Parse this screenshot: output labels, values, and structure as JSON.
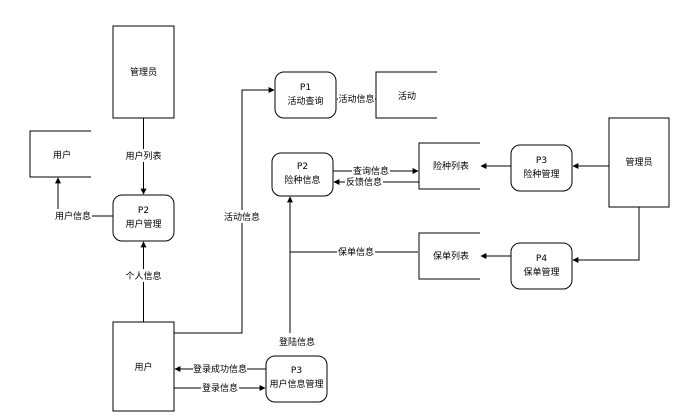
{
  "entities": {
    "admin_left": "管理员",
    "user_top": "用户",
    "user_bottom": "用户",
    "admin_right": "管理员"
  },
  "processes": {
    "p1": {
      "id": "P1",
      "name": "活动查询"
    },
    "p2_user": {
      "id": "P2",
      "name": "用户管理"
    },
    "p2_insurance": {
      "id": "P2",
      "name": "险种信息"
    },
    "p3_insurance": {
      "id": "P3",
      "name": "险种管理"
    },
    "p4": {
      "id": "P4",
      "name": "保单管理"
    },
    "p3_userinfo": {
      "id": "P3",
      "name": "用户信息管理"
    }
  },
  "data_stores": {
    "activity": "活动",
    "insurance_list": "险种列表",
    "policy_list": "保单列表"
  },
  "flows": {
    "user_list": "用户列表",
    "user_info": "用户信息",
    "personal_info": "个人信息",
    "activity_info_vertical": "活动信息",
    "activity_info": "活动信息",
    "query_info": "查询信息",
    "feedback_info": "反馈信息",
    "policy_info": "保单信息",
    "login_info_up": "登陆信息",
    "login_success": "登录成功信息",
    "login_info": "登录信息"
  }
}
